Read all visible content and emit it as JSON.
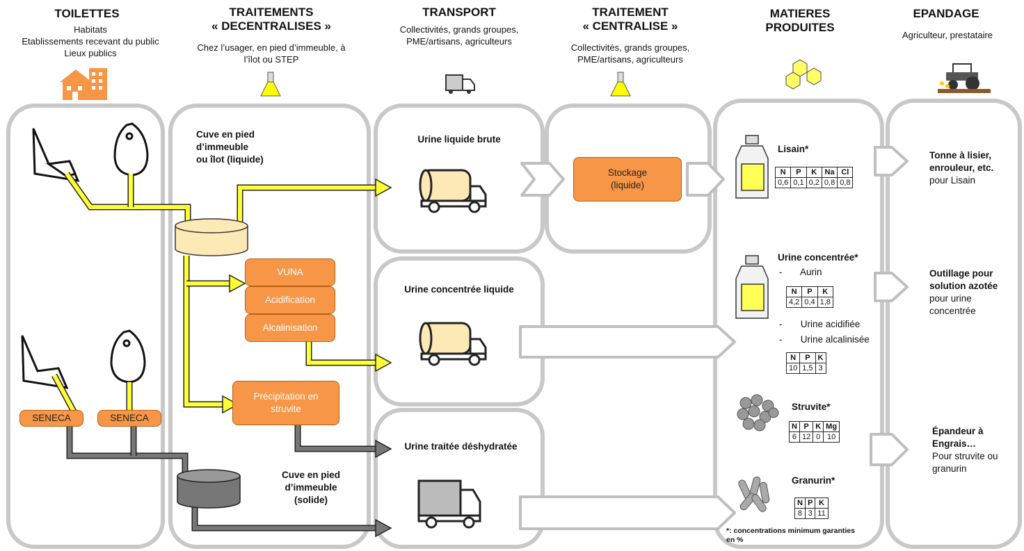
{
  "columns": [
    {
      "title": "TOILETTES",
      "sub": [
        "Habitats",
        "Etablissements recevant du public",
        "Lieux publics"
      ]
    },
    {
      "title": "TRAITEMENTS",
      "title2": "« DECENTRALISES »",
      "sub": [
        "Chez l’usager, en pied d’immeuble, à",
        "l’îlot ou STEP"
      ]
    },
    {
      "title": "TRANSPORT",
      "sub": [
        "Collectivités, grands groupes,",
        "PME/artisans, agriculteurs"
      ]
    },
    {
      "title": "TRAITEMENT",
      "title2": "« CENTRALISE »",
      "sub": [
        "Collectivités, grands groupes,",
        "PME/artisans, agriculteurs"
      ]
    },
    {
      "title": "MATIERES",
      "title2": "PRODUITES",
      "sub": []
    },
    {
      "title": "EPANDAGE",
      "sub": [
        "Agriculteur, prestataire"
      ]
    }
  ],
  "toilets": {
    "seneca1": "SENECA",
    "seneca2": "SENECA"
  },
  "decentral": {
    "tank_liquid": [
      "Cuve en pied",
      "d’immeuble",
      "ou îlot (liquide)"
    ],
    "tank_solid": [
      "Cuve en pied",
      "d’immeuble",
      "(solide)"
    ],
    "vuna": "VUNA",
    "acid": "Acidification",
    "alcal": "Alcalinisation",
    "struvite": [
      "Précipitation en",
      "struvite"
    ]
  },
  "transport": {
    "t1": "Urine liquide brute",
    "t2": "Urine concentrée liquide",
    "t3": "Urine traitée déshydratée"
  },
  "central": {
    "storage": [
      "Stockage",
      "(liquide)"
    ]
  },
  "products": {
    "lisain": {
      "name": "Lisain*",
      "head": [
        "N",
        "P",
        "K",
        "Na",
        "Cl"
      ],
      "vals": [
        "0,6",
        "0,1",
        "0,2",
        "0,8",
        "0,8"
      ]
    },
    "urine_conc": {
      "name": "Urine concentrée*",
      "aurin": "-       Aurin",
      "aurin_head": [
        "N",
        "P",
        "K"
      ],
      "aurin_vals": [
        "4,2",
        "0,4",
        "1,8"
      ],
      "acid": "-       Urine acidifiée",
      "alcal": "-       Urine alcalinisée",
      "head2": [
        "N",
        "P",
        "K"
      ],
      "vals2": [
        "10",
        "1,5",
        "3"
      ]
    },
    "struvite": {
      "name": "Struvite*",
      "head": [
        "N",
        "P",
        "K",
        "Mg"
      ],
      "vals": [
        "6",
        "12",
        "0",
        "10"
      ]
    },
    "granurin": {
      "name": "Granurin*",
      "head": [
        "N",
        "P",
        "K"
      ],
      "vals": [
        "8",
        "3",
        "11"
      ]
    },
    "note": [
      "*: concentrations minimum garanties",
      "en %"
    ]
  },
  "spreading": {
    "s1_bold": [
      "Tonne à lisier,",
      "enrouleur, etc."
    ],
    "s1_plain": "pour Lisain",
    "s2_bold": [
      "Outillage pour",
      "solution azotée"
    ],
    "s2_plain": [
      "pour urine",
      "concentrée"
    ],
    "s3_bold": [
      "Épandeur à",
      "Engrais…"
    ],
    "s3_plain": [
      "Pour struvite ou",
      "granurin"
    ]
  },
  "colors": {
    "yellow": "#ffff33",
    "orange": "#f79646",
    "grey": "#666666",
    "frame": "#c8c8c8",
    "tank": "#fde9b5"
  }
}
